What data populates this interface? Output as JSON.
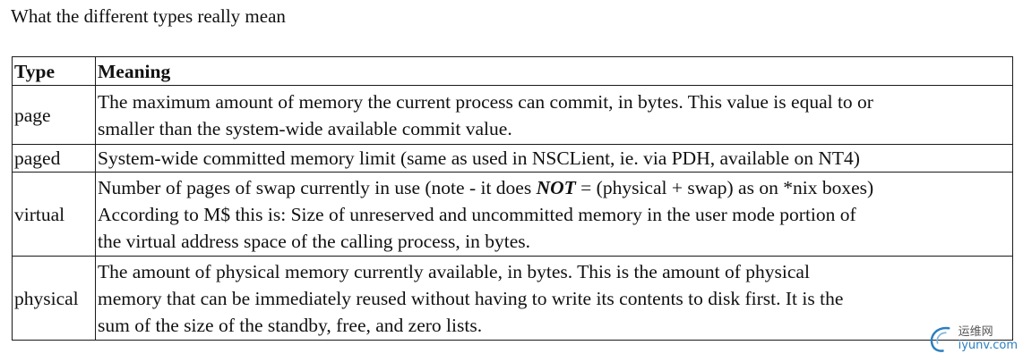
{
  "heading": "What the different types really mean",
  "table": {
    "header": {
      "type": "Type",
      "meaning": "Meaning"
    },
    "rows": {
      "page": {
        "type": "page",
        "lines": [
          "The maximum amount of memory the current process can commit, in bytes. This value is equal to or",
          "smaller than the system-wide available commit value."
        ]
      },
      "paged": {
        "type": "paged",
        "lines": [
          "System-wide committed memory limit (same as used in NSCLient, ie. via PDH, available on NT4)"
        ]
      },
      "virtual": {
        "type": "virtual",
        "line1_before": "Number of pages of swap currently in use (note - it does ",
        "line1_emph": "NOT",
        "line1_after": " = (physical + swap) as on *nix boxes)",
        "lines": [
          "According to M$ this is: Size of unreserved and uncommitted memory in the user mode portion of",
          "the virtual address space of the calling process, in bytes."
        ]
      },
      "physical": {
        "type": "physical",
        "lines": [
          "The amount of physical memory currently available, in bytes. This is the amount of physical",
          "memory that can be immediately reused without having to write its contents to disk first. It is the",
          "sum of the size of the standby, free, and zero lists."
        ]
      }
    }
  },
  "watermark": {
    "chinese": "运维网",
    "url": "iyunv.com",
    "color": "#2a7fc0"
  }
}
